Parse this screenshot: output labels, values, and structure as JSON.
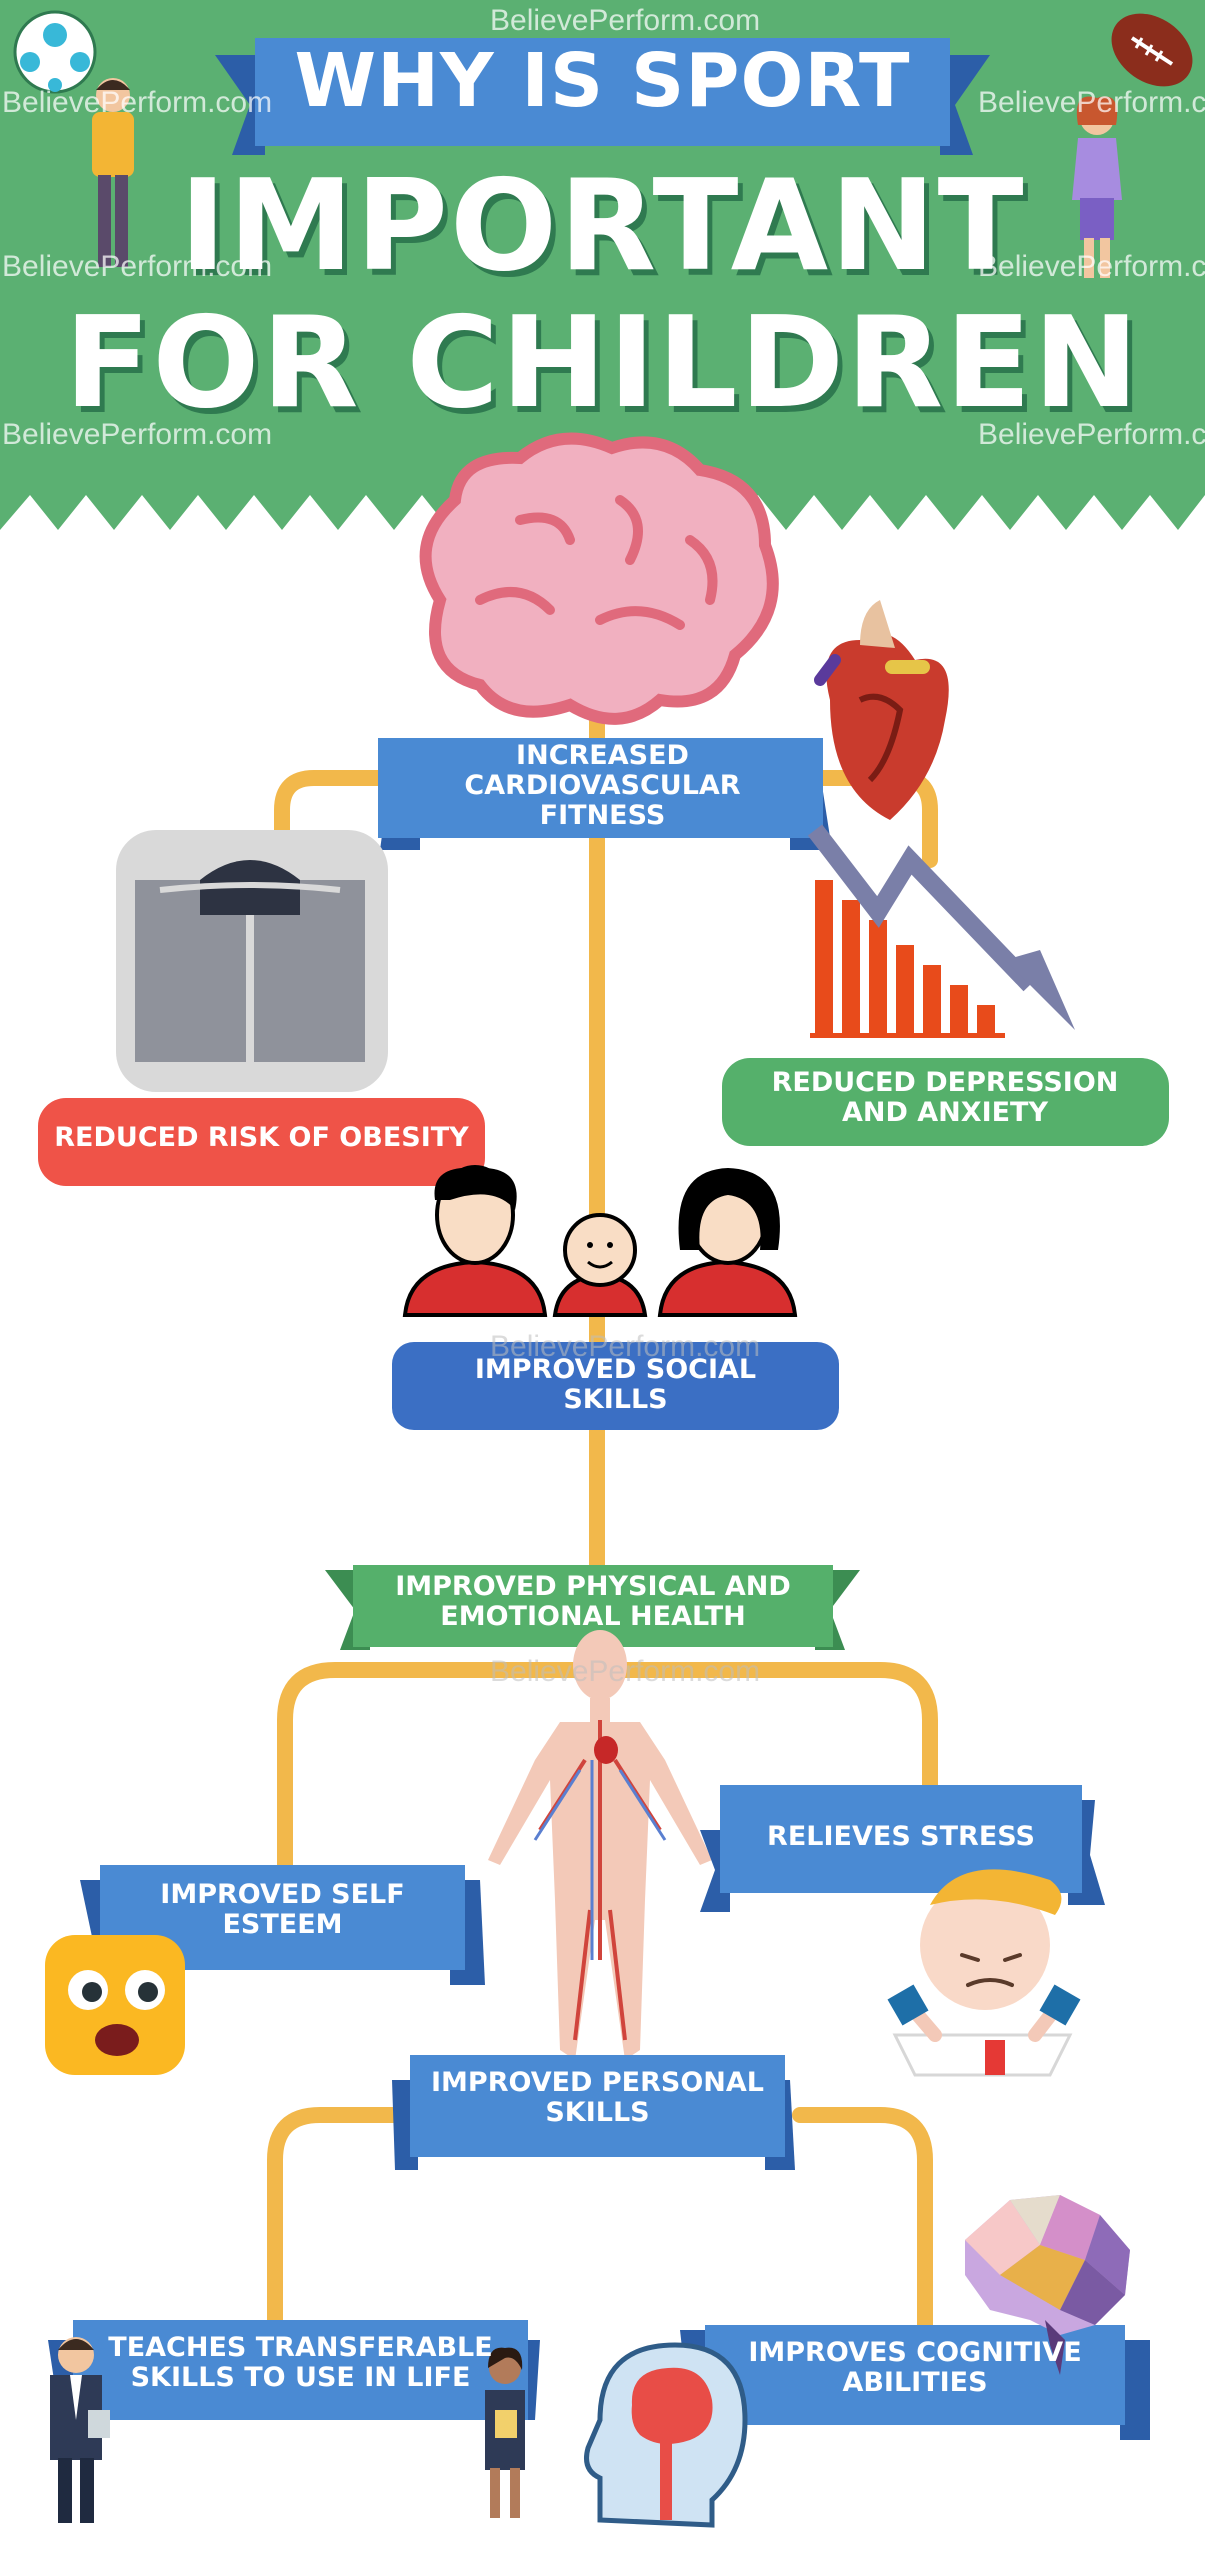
{
  "title": {
    "line1": "WHY IS SPORT",
    "line2": "IMPORTANT",
    "line3": "FOR CHILDREN"
  },
  "watermark": "BelievePerform.com",
  "benefits": {
    "cardiovascular": "INCREASED CARDIOVASCULAR FITNESS",
    "obesity": "REDUCED RISK OF OBESITY",
    "depression": "REDUCED DEPRESSION AND ANXIETY",
    "social": "IMPROVED SOCIAL SKILLS",
    "health": "IMPROVED PHYSICAL AND EMOTIONAL HEALTH",
    "stress": "RELIEVES STRESS",
    "self_esteem": "IMPROVED SELF ESTEEM",
    "personal": "IMPROVED PERSONAL SKILLS",
    "transferable": "TEACHES TRANSFERABLE SKILLS TO USE IN LIFE",
    "cognitive": "IMPROVES COGNITIVE ABILITIES"
  },
  "colors": {
    "header_green": "#5bb072",
    "banner_blue": "#4a8ad3",
    "connector_orange": "#f2b84b",
    "obesity_red": "#ef5348",
    "depression_green": "#55b06b",
    "social_blue": "#3b6fc4"
  },
  "icons": [
    "soccer-ball-icon",
    "football-icon",
    "boy-icon",
    "girl-icon",
    "brain-icon",
    "heart-icon",
    "declining-chart-icon",
    "scale-icon",
    "family-icon",
    "circulatory-body-icon",
    "surprised-face-icon",
    "stressed-child-icon",
    "man-with-tablet-icon",
    "woman-with-tablet-icon",
    "head-brain-icon",
    "colorful-brain-icon"
  ]
}
